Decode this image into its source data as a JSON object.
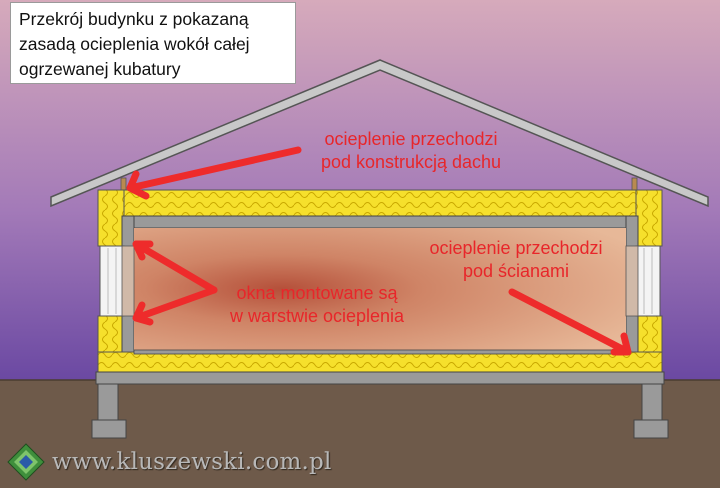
{
  "title_lines": [
    "Przekrój budynku z pokazaną",
    "zasadą ocieplenia wokół całej",
    "ogrzewanej kubatury"
  ],
  "labels": {
    "roof": [
      "ocieplenie przechodzi",
      "pod konstrukcją dachu"
    ],
    "walls": [
      "ocieplenie przechodzi",
      "pod ścianami"
    ],
    "windows": [
      "okna montowane są",
      "w warstwie ocieplenia"
    ]
  },
  "watermark": "www.kluszewski.com.pl",
  "colors": {
    "sky_top": "#d4a6b8",
    "sky_bottom": "#6a4a9c",
    "ground": "#6e5a4a",
    "insulation": "#f5de2e",
    "concrete": "#9a9a9a",
    "roof": "#c8c8c8",
    "interior": "#d9a07e",
    "arrow": "#ee2b2b",
    "label_text": "#e8262a"
  },
  "icons": [
    "logo-icon"
  ]
}
